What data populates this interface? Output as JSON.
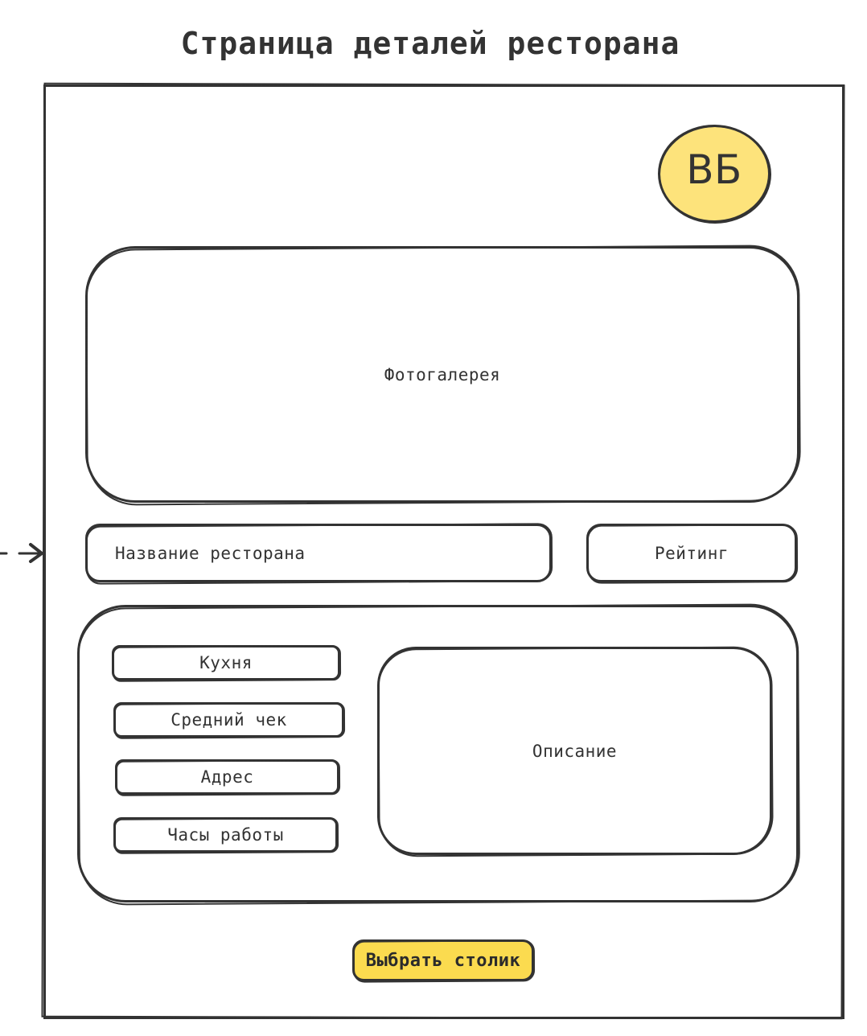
{
  "page": {
    "title": "Страница деталей ресторана"
  },
  "avatar": {
    "initials": "ВБ",
    "color": "#fde37b"
  },
  "gallery": {
    "label": "Фотогалерея"
  },
  "restaurant": {
    "name_label": "Название ресторана",
    "rating_label": "Рейтинг"
  },
  "details": {
    "fields": [
      "Кухня",
      "Средний чек",
      "Адрес",
      "Часы работы"
    ],
    "description_label": "Описание"
  },
  "cta": {
    "label": "Выбрать столик",
    "color": "#fbdb4f"
  },
  "colors": {
    "stroke": "#333333"
  }
}
